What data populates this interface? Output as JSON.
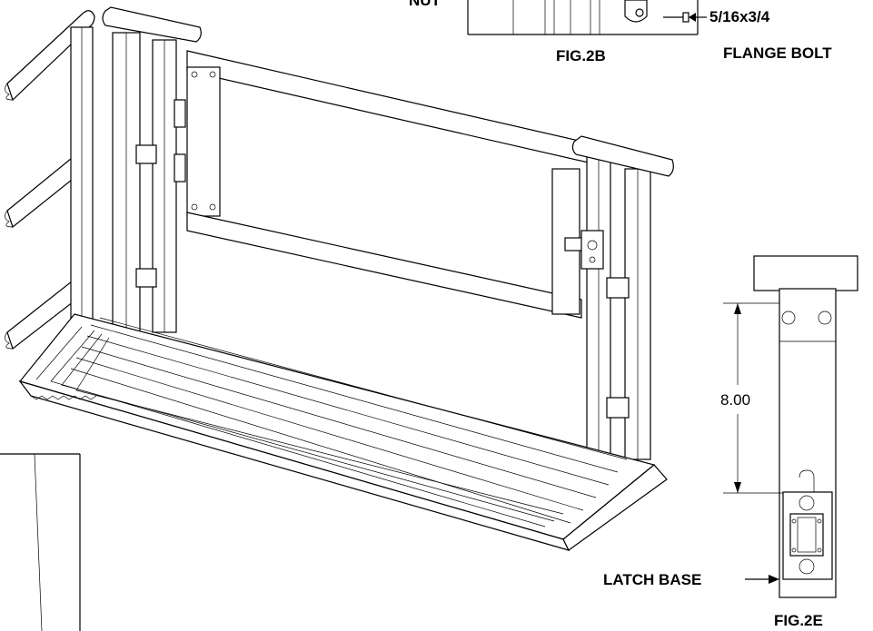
{
  "labels": {
    "top_cut": "NUT",
    "bolt_size": "5/16x3/4",
    "bolt_name": "FLANGE BOLT",
    "fig_2b": "FIG.2B",
    "dimension": "8.00",
    "latch_base": "LATCH BASE",
    "fig_2e": "FIG.2E"
  }
}
